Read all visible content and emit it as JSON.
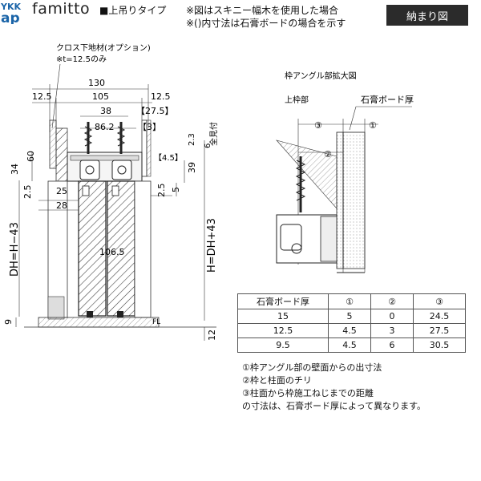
{
  "header": {
    "logo_top": "YKK",
    "logo_bottom": "ap",
    "brand": "famitto",
    "type_label": "■上吊りタイプ",
    "note1": "※図はスキニー幅木を使用した場合",
    "note2": "※()内寸法は石膏ボードの場合を示す",
    "badge": "納まり図"
  },
  "main_section": {
    "option_label_1": "クロス下地材(オプション)",
    "option_label_2": "※t=12.5のみ",
    "dims": {
      "d130": "130",
      "d12_5_left": "12.5",
      "d105": "105",
      "d12_5_right": "12.5",
      "d38": "38",
      "d27_5": "【27.5】",
      "d86_2": "86.2",
      "d3": "【3】",
      "d4_5": "【4.5】",
      "d2_3": "2.3",
      "d6": "6",
      "d_kabe": "全見付",
      "d34": "34",
      "d60": "60",
      "d39": "39",
      "d2_5_left": "2.5",
      "d25": "25",
      "d2_5_right": "2.5",
      "d5": "5",
      "d28": "28",
      "d106_5": "106.5",
      "dh": "DH=H−43",
      "h": "H=DH+43",
      "d9": "9",
      "d12": "12",
      "fl": "FL"
    }
  },
  "detail": {
    "title": "枠アングル部拡大図",
    "upper_frame": "上枠部",
    "board_label": "石膏ボード厚",
    "m1": "①",
    "m2": "②",
    "m3": "③"
  },
  "spec_table": {
    "headers": [
      "石膏ボード厚",
      "①",
      "②",
      "③"
    ],
    "rows": [
      [
        "15",
        "5",
        "0",
        "24.5"
      ],
      [
        "12.5",
        "4.5",
        "3",
        "27.5"
      ],
      [
        "9.5",
        "4.5",
        "6",
        "30.5"
      ]
    ]
  },
  "footnotes": {
    "f1": "①枠アングル部の壁面からの出寸法",
    "f2": "②枠と柱面のチリ",
    "f3": "③柱面から枠施工ねじまでの距離",
    "f4": "の寸法は、石膏ボード厚によって異なります。"
  }
}
